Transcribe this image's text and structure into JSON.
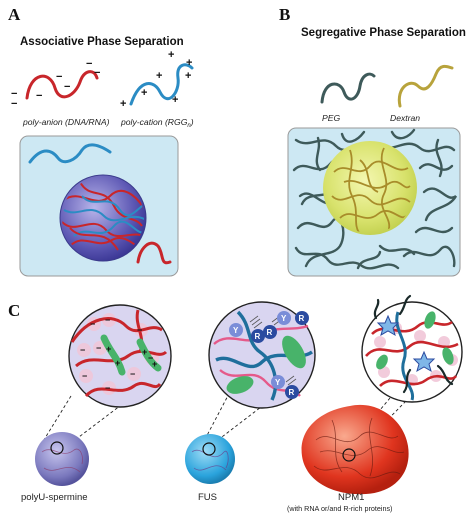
{
  "panel_a": {
    "letter": "A",
    "title": "Associative Phase Separation",
    "polyanion_label": "poly-anion (DNA/RNA)",
    "polycation_label": "poly-cation (RGG",
    "polycation_sub": "n",
    "polycation_close": ")",
    "minus": "−",
    "plus": "+"
  },
  "panel_b": {
    "letter": "B",
    "title": "Segregative Phase Separation",
    "peg_label": "PEG",
    "dextran_label": "Dextran"
  },
  "panel_c": {
    "letter": "C",
    "droplet1_label": "polyU-spermine",
    "droplet2_label": "FUS",
    "droplet3_label": "NPM1",
    "droplet3_sublabel": "(with RNA or/and R-rich proteins)",
    "residue_y": "Y",
    "residue_r": "R",
    "minus": "−",
    "plus": "+"
  },
  "colors": {
    "anion": "#c8262b",
    "cation": "#2b8cc4",
    "panel_bg": "#cde8f3",
    "peg": "#3e5a5a",
    "dextran": "#b8a33c",
    "ion_halo": "#f1c6d8",
    "green_protein": "#48b36a",
    "fus": "#2aa3dc",
    "npm1": "#e0351f",
    "polyu": "#7a78bd"
  }
}
